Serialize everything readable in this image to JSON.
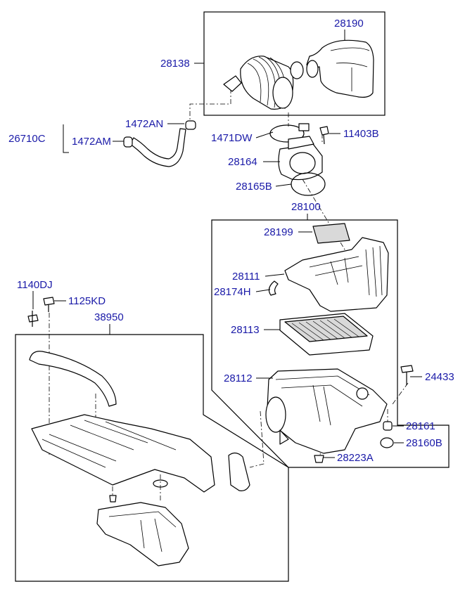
{
  "labels": {
    "p28190": "28190",
    "p28138": "28138",
    "p1472AN": "1472AN",
    "p26710C": "26710C",
    "p1472AM": "1472AM",
    "p1471DW": "1471DW",
    "p11403B": "11403B",
    "p28164": "28164",
    "p28165B": "28165B",
    "p28100": "28100",
    "p28199": "28199",
    "p28111": "28111",
    "p28174H": "28174H",
    "p28113": "28113",
    "p1140DJ": "1140DJ",
    "p1125KD": "1125KD",
    "p38950": "38950",
    "p28112": "28112",
    "p24433": "24433",
    "p28161": "28161",
    "p28160B": "28160B",
    "p28223A": "28223A"
  },
  "colors": {
    "label": "#1a1aa8",
    "line": "#000000"
  }
}
